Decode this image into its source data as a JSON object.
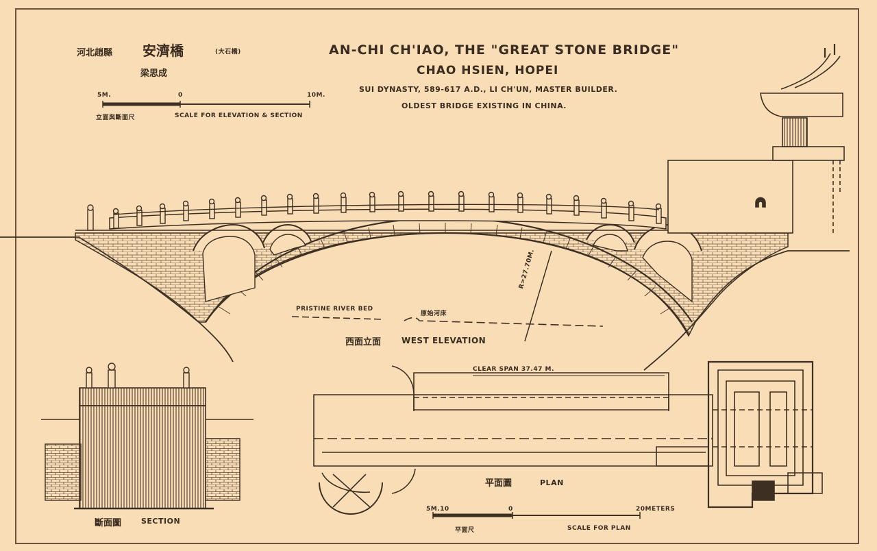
{
  "header": {
    "cn_location": "河北趙縣",
    "cn_bridge_name": "安濟橋",
    "cn_bridge_alias": "(大石橋)",
    "cn_author": "梁思成",
    "title": "AN-CHI CH'IAO, THE \"GREAT STONE BRIDGE\"",
    "location": "CHAO HSIEN, HOPEI",
    "dynasty_line": "SUI DYNASTY, 589-617 A.D., LI CH'UN, MASTER BUILDER.",
    "oldest_line": "OLDEST BRIDGE EXISTING IN CHINA."
  },
  "scale_elevation": {
    "start_label": "5M.",
    "zero_label": "0",
    "end_label": "10M.",
    "cn_caption": "立面與斷面尺",
    "caption": "SCALE FOR ELEVATION & SECTION"
  },
  "elevation": {
    "radius_label": "R=27.70M.",
    "river_bed_label": "PRISTINE RIVER BED",
    "cn_river_bed": "原始河床",
    "cn_caption": "西面立面",
    "caption": "WEST ELEVATION"
  },
  "section": {
    "cn_caption": "斷面圖",
    "caption": "SECTION"
  },
  "plan": {
    "span_label": "CLEAR SPAN 37.47 M.",
    "cn_caption": "平面圖",
    "caption": "PLAN"
  },
  "scale_plan": {
    "start_label": "5M.10",
    "zero_label": "0",
    "end_label": "20METERS",
    "cn_caption": "平面尺",
    "caption": "SCALE FOR PLAN"
  },
  "colors": {
    "paper": "#f8ddb6",
    "ink": "#3d2f22"
  }
}
